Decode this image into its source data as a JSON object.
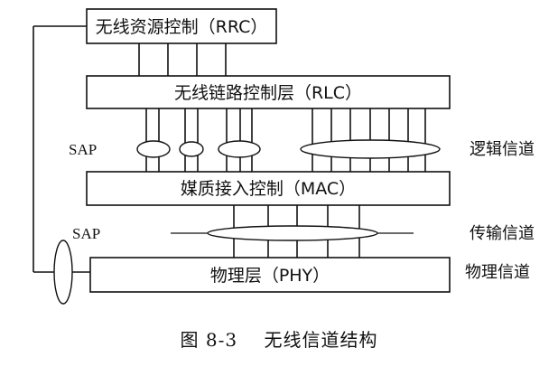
{
  "layers": {
    "rrc": "无线资源控制（RRC）",
    "rlc": "无线链路控制层（RLC）",
    "mac": "媒质接入控制（MAC）",
    "phy": "物理层（PHY）"
  },
  "sap_labels": [
    "SAP",
    "SAP"
  ],
  "channels": {
    "logical": "逻辑信道",
    "transport": "传输信道",
    "physical": "物理信道"
  },
  "caption": "图 8-3    无线信道结构"
}
